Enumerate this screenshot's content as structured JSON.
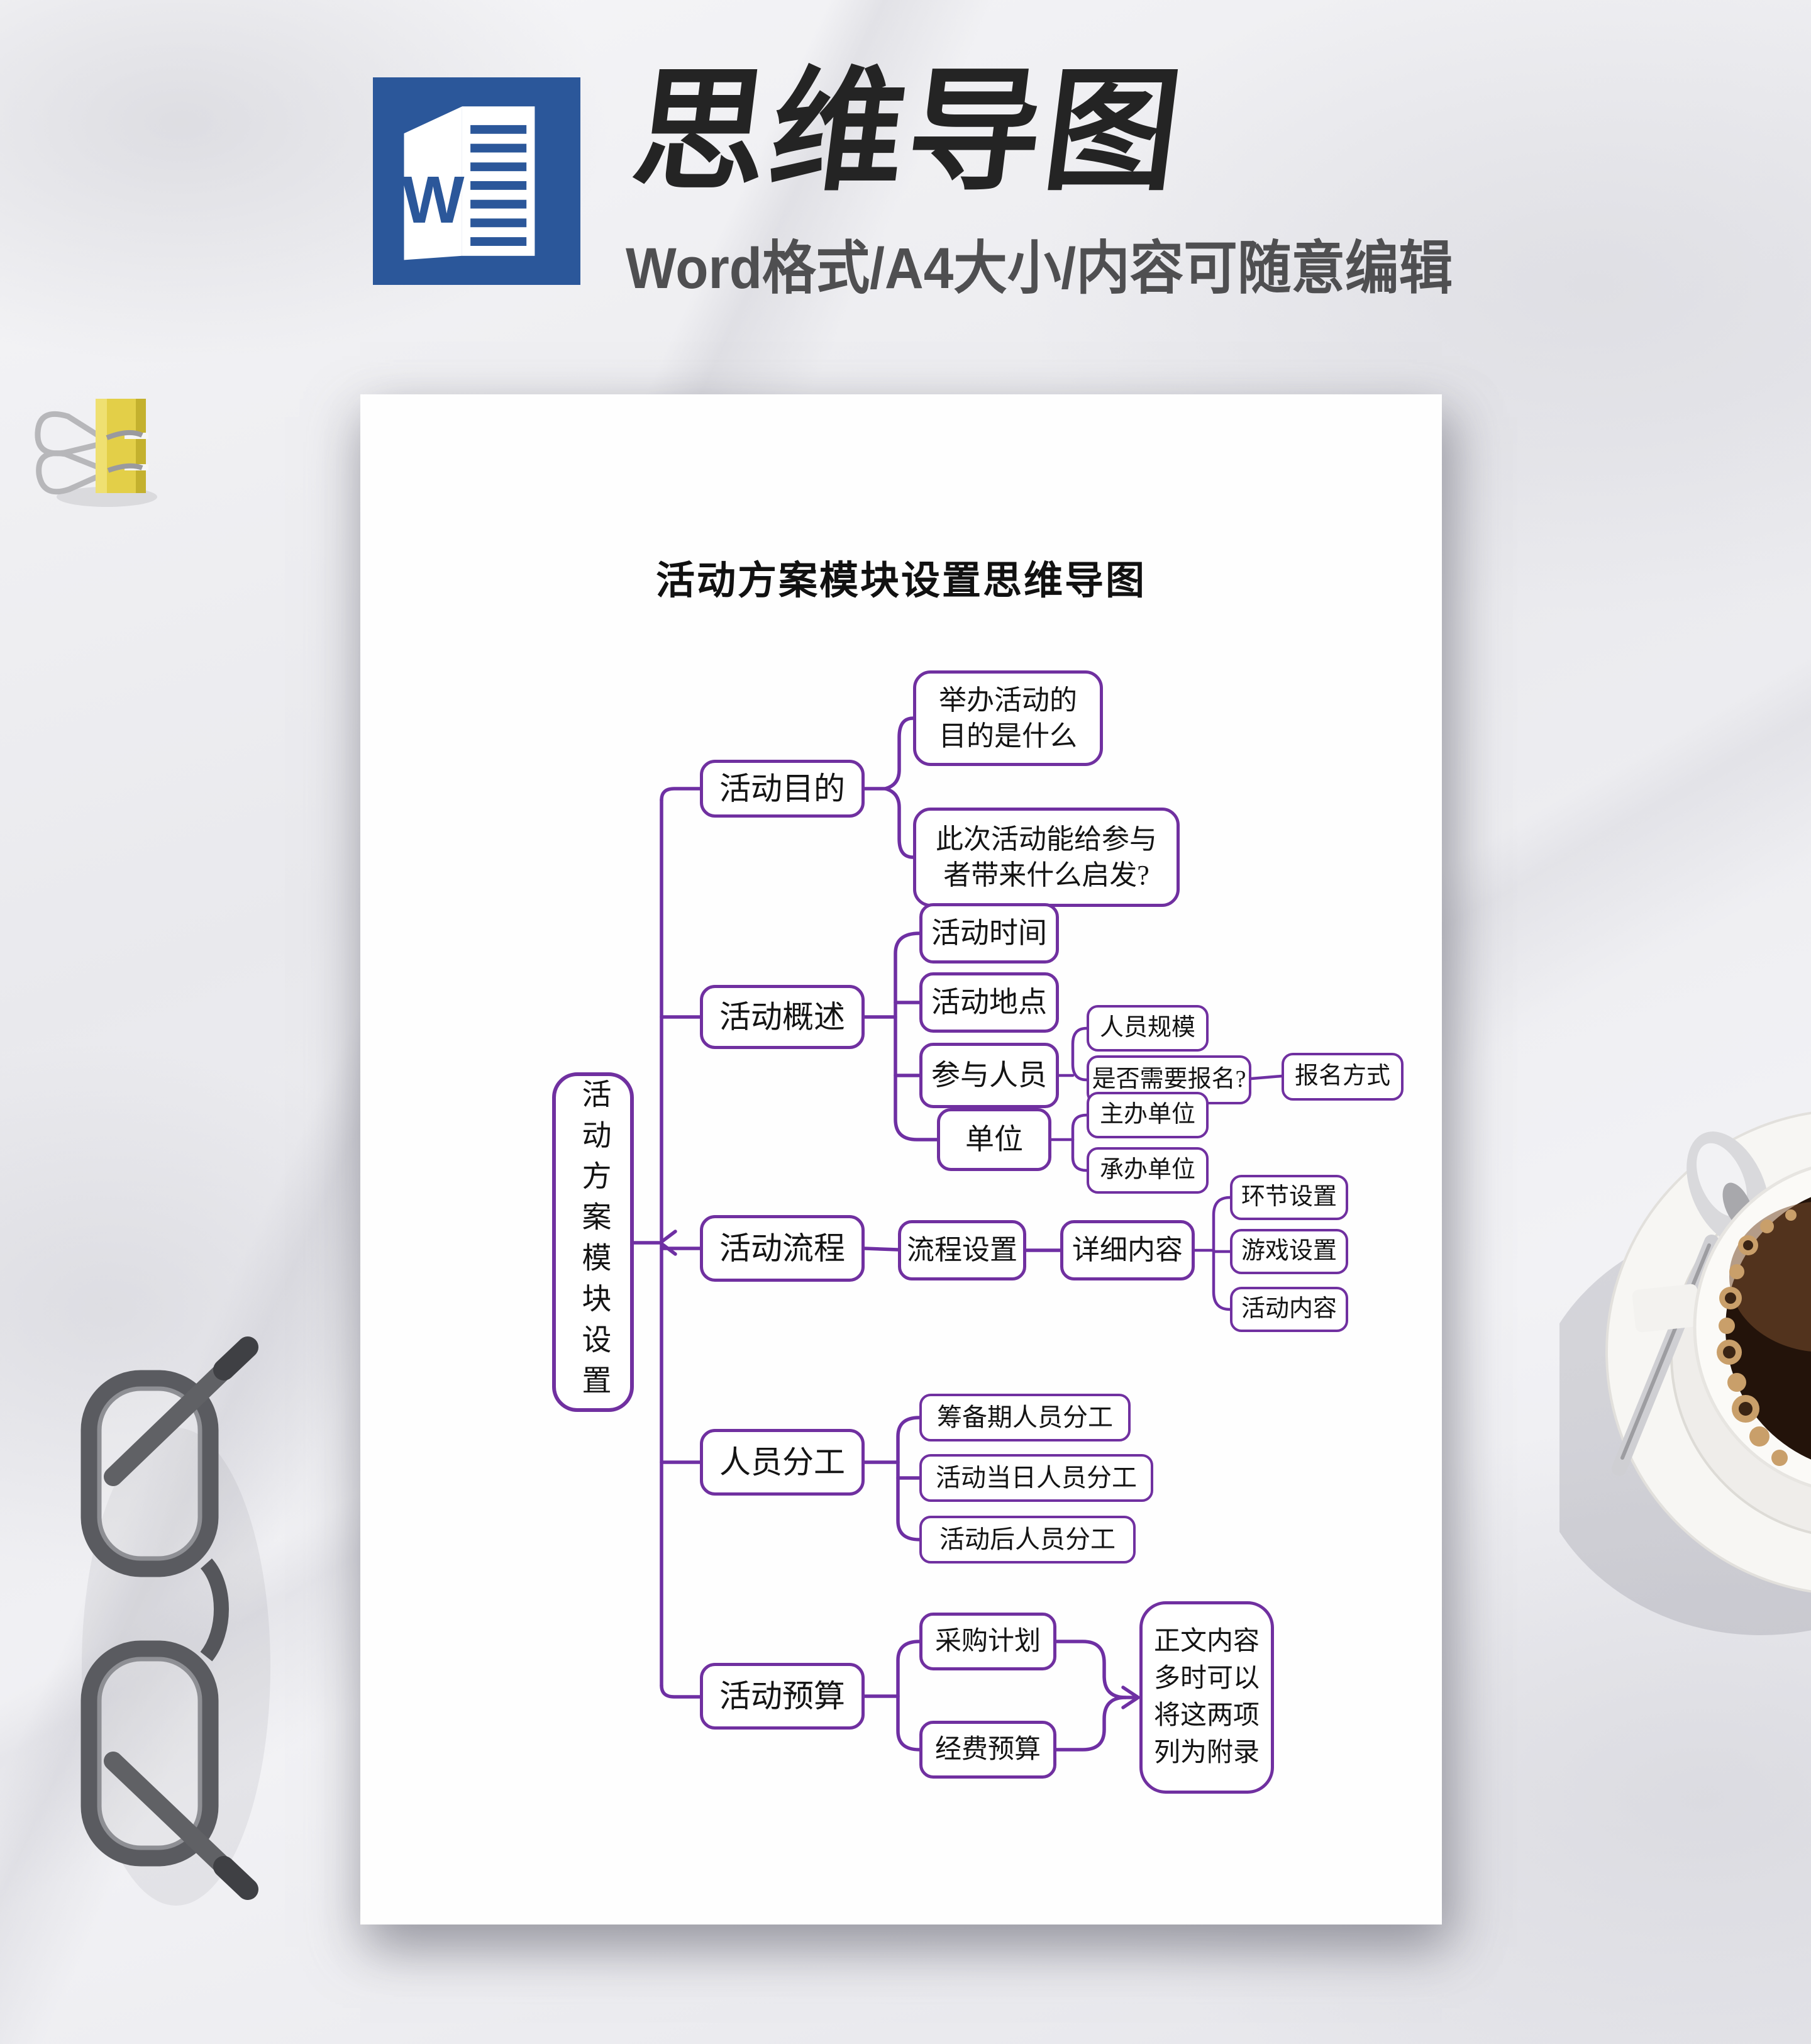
{
  "header": {
    "title": "思维导图",
    "subtitle": "Word格式/A4大小/内容可随意编辑",
    "icon_letter": "W",
    "word_blue": "#2B579A"
  },
  "paper": {
    "doc_title": "活动方案模块设置思维导图",
    "accent_color": "#7030A0"
  },
  "mindmap": {
    "root": "活动方案模块设置",
    "b1": {
      "label": "活动目的",
      "c1": "举办活动的\n目的是什么",
      "c2": "此次活动能给参与\n者带来什么启发?"
    },
    "b2": {
      "label": "活动概述",
      "time": "活动时间",
      "place": "活动地点",
      "people": "参与人员",
      "scale": "人员规模",
      "signup": "是否需要报名?",
      "signup_method": "报名方式",
      "unit": "单位",
      "host": "主办单位",
      "organizer": "承办单位"
    },
    "b3": {
      "label": "活动流程",
      "flow": "流程设置",
      "detail": "详细内容",
      "segment": "环节设置",
      "game": "游戏设置",
      "content": "活动内容"
    },
    "b4": {
      "label": "人员分工",
      "prep": "筹备期人员分工",
      "day": "活动当日人员分工",
      "after": "活动后人员分工"
    },
    "b5": {
      "label": "活动预算",
      "purchase": "采购计划",
      "budget": "经费预算",
      "note": "正文内容\n多时可以\n将这两项\n列为附录"
    }
  }
}
